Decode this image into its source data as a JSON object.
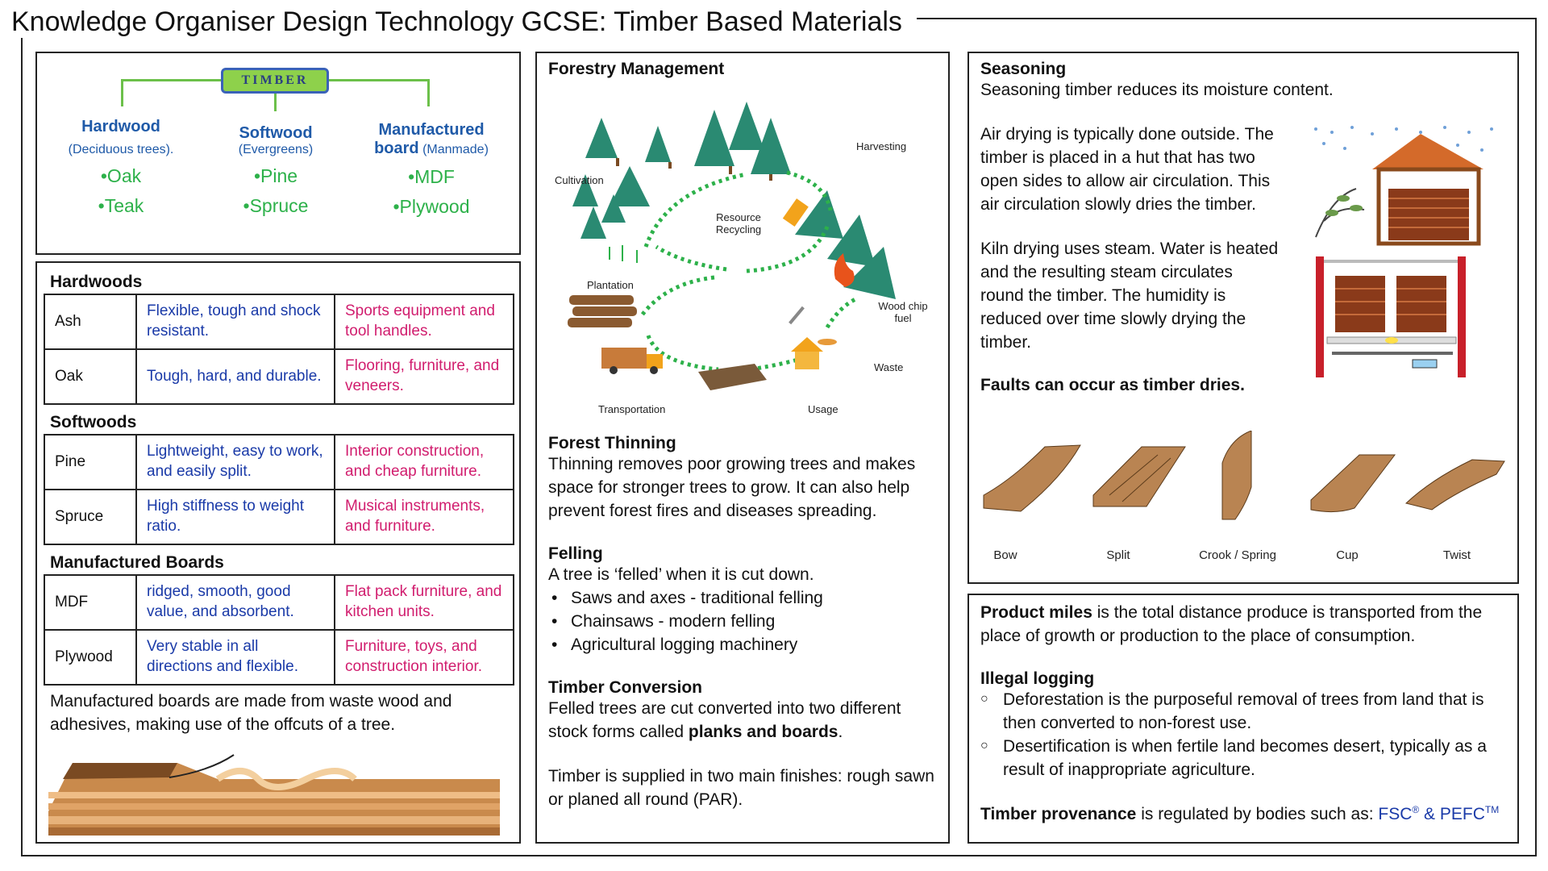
{
  "page": {
    "title": "Knowledge Organiser Design Technology GCSE: Timber Based Materials"
  },
  "timber_tree": {
    "root": "TIMBER",
    "categories": [
      {
        "name": "Hardwood",
        "name2": "",
        "sub": "(Deciduous trees).",
        "examples": [
          "•Oak",
          "•Teak"
        ]
      },
      {
        "name": "Softwood",
        "name2": "",
        "sub": "(Evergreens)",
        "examples": [
          "•Pine",
          "•Spruce"
        ]
      },
      {
        "name": "Manufactured",
        "name2": "board",
        "sub": "(Manmade)",
        "examples": [
          "•MDF",
          "•Plywood"
        ]
      }
    ]
  },
  "properties": {
    "hardwoods_heading": "Hardwoods",
    "softwoods_heading": "Softwoods",
    "boards_heading": "Manufactured Boards",
    "hardwoods": [
      {
        "name": "Ash",
        "props": "Flexible, tough and shock resistant.",
        "uses": "Sports equipment and tool handles."
      },
      {
        "name": "Oak",
        "props": "Tough, hard, and durable.",
        "uses": "Flooring, furniture, and veneers."
      }
    ],
    "softwoods": [
      {
        "name": "Pine",
        "props": "Lightweight, easy to work, and easily split.",
        "uses": "Interior construction, and cheap furniture."
      },
      {
        "name": "Spruce",
        "props": "High stiffness to weight ratio.",
        "uses": "Musical instruments, and furniture."
      }
    ],
    "boards": [
      {
        "name": "MDF",
        "props": "ridged, smooth, good value, and absorbent.",
        "uses": "Flat pack furniture, and kitchen units."
      },
      {
        "name": "Plywood",
        "props": "Very stable in all directions and flexible.",
        "uses": "Furniture, toys, and construction interior."
      }
    ],
    "boards_note": "Manufactured boards are made from waste wood and adhesives, making use of the offcuts of a tree."
  },
  "forestry": {
    "heading": "Forestry Management",
    "cycle_labels": {
      "cultivation": "Cultivation",
      "harvesting": "Harvesting",
      "resource_recycling": "Resource Recycling",
      "plantation": "Plantation",
      "wood_chip_fuel": "Wood chip fuel",
      "waste": "Waste",
      "transportation": "Transportation",
      "usage": "Usage"
    },
    "thinning_heading": "Forest Thinning",
    "thinning_text": "Thinning removes poor growing trees and makes space for stronger trees to grow. It can also help prevent forest fires and diseases spreading.",
    "felling_heading": "Felling",
    "felling_text": "A tree is ‘felled’ when it is cut down.",
    "felling_list": [
      "Saws and axes - traditional felling",
      "Chainsaws - modern felling",
      "Agricultural logging machinery"
    ],
    "conversion_heading": "Timber Conversion",
    "conversion_text": "Felled trees are cut converted into two different stock forms called",
    "conversion_bold": "planks and boards",
    "conversion_end": ".",
    "finishes_text": "Timber is supplied in two main finishes: rough sawn or planed all round (PAR)."
  },
  "seasoning": {
    "heading": "Seasoning",
    "intro": "Seasoning timber reduces its moisture content.",
    "air": "Air drying is typically done outside. The timber is placed in a hut that has two open sides to allow air circulation. This air circulation slowly dries the timber.",
    "kiln": "Kiln drying uses steam. Water is heated and the resulting steam circulates round the timber. The humidity is reduced over time slowly drying the timber.",
    "faults_heading": "Faults can occur as timber dries.",
    "faults": [
      "Bow",
      "Split",
      "Crook / Spring",
      "Cup",
      "Twist"
    ]
  },
  "miles": {
    "product_bold": "Product miles",
    "product_text": " is the total distance produce is transported from the place of growth or production to the place of consumption.",
    "illegal_heading": "Illegal logging",
    "illegal_list": [
      "Deforestation is the purposeful removal of trees from land that is then converted to non-forest use.",
      "Desertification is when fertile land becomes desert, typically as a result of inappropriate agriculture."
    ],
    "provenance_bold": "Timber provenance",
    "provenance_text": " is regulated by bodies such as: ",
    "fsc": "FSC",
    "reg": "®",
    "amp": " & PEFC",
    "tm": "TM"
  },
  "colors": {
    "tree_green": "#2a8a72",
    "dash_green": "#2db14a",
    "wood": "#b98452",
    "hardwood_blue": "#1f5aa8",
    "props_blue": "#1a3aa8",
    "uses_pink": "#d11d6e"
  }
}
